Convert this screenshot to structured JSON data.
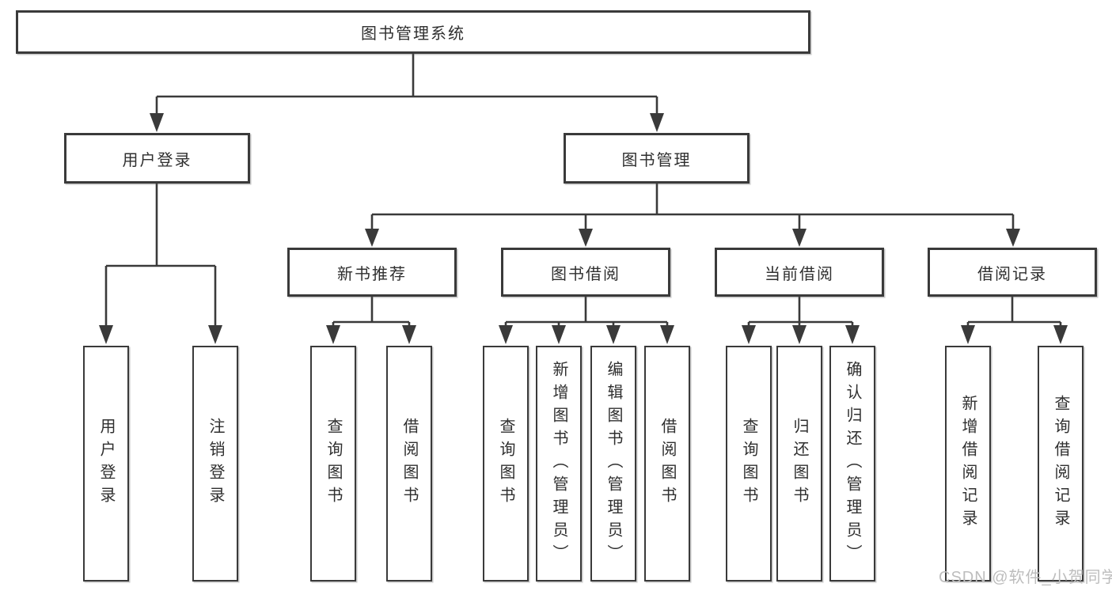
{
  "watermark": "CSDN @软件_小贺同学",
  "colors": {
    "line": "#3a3a3a",
    "text": "#2f2f2f",
    "watermark": "#bdbdbd",
    "background": "#ffffff"
  },
  "tree": {
    "root": "图书管理系统",
    "branches": [
      {
        "label": "用户登录",
        "children": [
          "用户登录",
          "注销登录"
        ]
      },
      {
        "label": "图书管理",
        "groups": [
          {
            "label": "新书推荐",
            "children": [
              "查询图书",
              "借阅图书"
            ]
          },
          {
            "label": "图书借阅",
            "children": [
              "查询图书",
              "新增图书（管理员）",
              "编辑图书（管理员）",
              "借阅图书"
            ]
          },
          {
            "label": "当前借阅",
            "children": [
              "查询图书",
              "归还图书",
              "确认归还（管理员）"
            ]
          },
          {
            "label": "借阅记录",
            "children": [
              "新增借阅记录",
              "查询借阅记录"
            ]
          }
        ]
      }
    ]
  }
}
